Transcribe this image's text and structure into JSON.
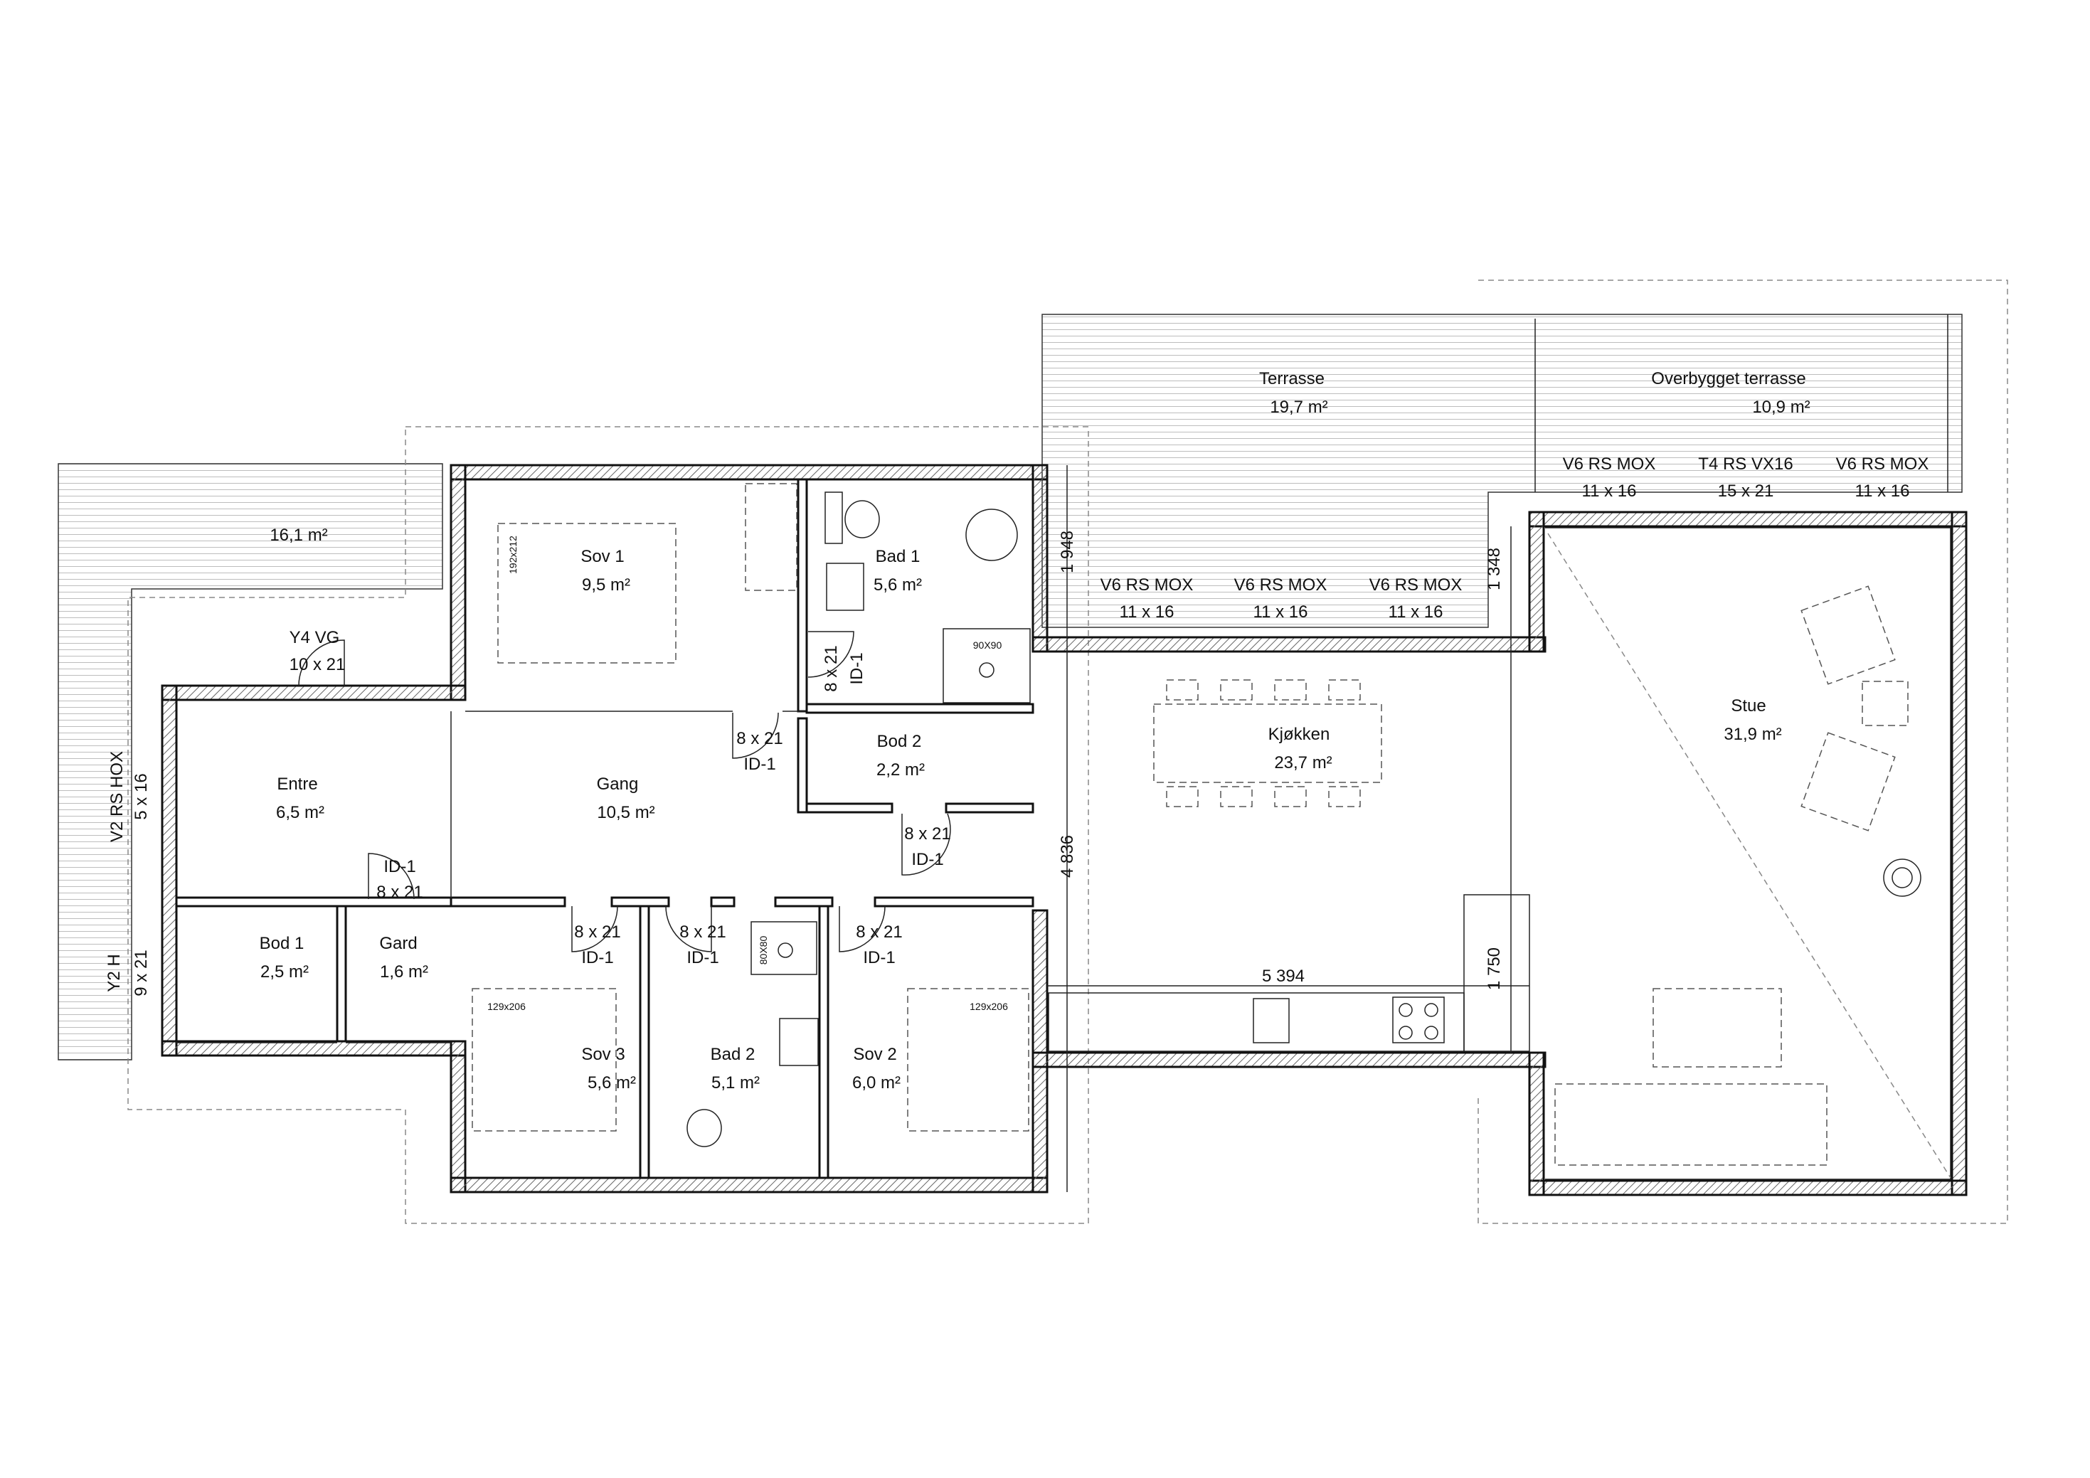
{
  "rooms": {
    "sov1": {
      "name": "Sov 1",
      "area": "9,5 m²",
      "bed": "192x212"
    },
    "bad1": {
      "name": "Bad 1",
      "area": "5,6 m²",
      "shower": "90X90"
    },
    "bod2": {
      "name": "Bod 2",
      "area": "2,2 m²"
    },
    "entre": {
      "name": "Entre",
      "area": "6,5 m²"
    },
    "gang": {
      "name": "Gang",
      "area": "10,5 m²"
    },
    "bod1": {
      "name": "Bod 1",
      "area": "2,5 m²"
    },
    "gard": {
      "name": "Gard",
      "area": "1,6 m²"
    },
    "sov3": {
      "name": "Sov 3",
      "area": "5,6 m²",
      "bed": "129x206"
    },
    "bad2": {
      "name": "Bad 2",
      "area": "5,1 m²",
      "shower": "80X80"
    },
    "sov2": {
      "name": "Sov 2",
      "area": "6,0 m²",
      "bed": "129x206"
    },
    "kjokken": {
      "name": "Kjøkken",
      "area": "23,7 m²"
    },
    "stue": {
      "name": "Stue",
      "area": "31,9 m²"
    }
  },
  "terraces": {
    "left": {
      "area": "16,1 m²"
    },
    "terrasse": {
      "name": "Terrasse",
      "area": "19,7 m²"
    },
    "overbygget": {
      "name": "Overbygget terrasse",
      "area": "10,9 m²"
    }
  },
  "windows": {
    "y4vg": {
      "type": "Y4 VG",
      "size": "10 x 21"
    },
    "v2": {
      "type": "V2 RS HOX",
      "size": "5 x 16"
    },
    "y2h": {
      "type": "Y2 H",
      "size": "9 x 21"
    },
    "kj1": {
      "type": "V6 RS MOX",
      "size": "11 x 16"
    },
    "kj2": {
      "type": "V6 RS MOX",
      "size": "11 x 16"
    },
    "kj3": {
      "type": "V6 RS MOX",
      "size": "11 x 16"
    },
    "st1": {
      "type": "V6 RS MOX",
      "size": "11 x 16"
    },
    "st2": {
      "type": "T4 RS VX16",
      "size": "15 x 21"
    },
    "st3": {
      "type": "V6 RS MOX",
      "size": "11 x 16"
    }
  },
  "doors": {
    "entre": {
      "id": "ID-1",
      "size": "8 x 21"
    },
    "sov1": {
      "size": "8 x 21",
      "id": "ID-1"
    },
    "bad1": {
      "size": "8 x 21",
      "id": "ID-1"
    },
    "bod2": {
      "size": "8 x 21",
      "id": "ID-1"
    },
    "sov3": {
      "size": "8 x 21",
      "id": "ID-1"
    },
    "bad2": {
      "size": "8 x 21",
      "id": "ID-1"
    },
    "sov2": {
      "size": "8 x 21",
      "id": "ID-1"
    }
  },
  "dimensions": {
    "d1948": "1 948",
    "d1348": "1 348",
    "d4836": "4 836",
    "d5394": "5 394",
    "d1750": "1 750"
  }
}
